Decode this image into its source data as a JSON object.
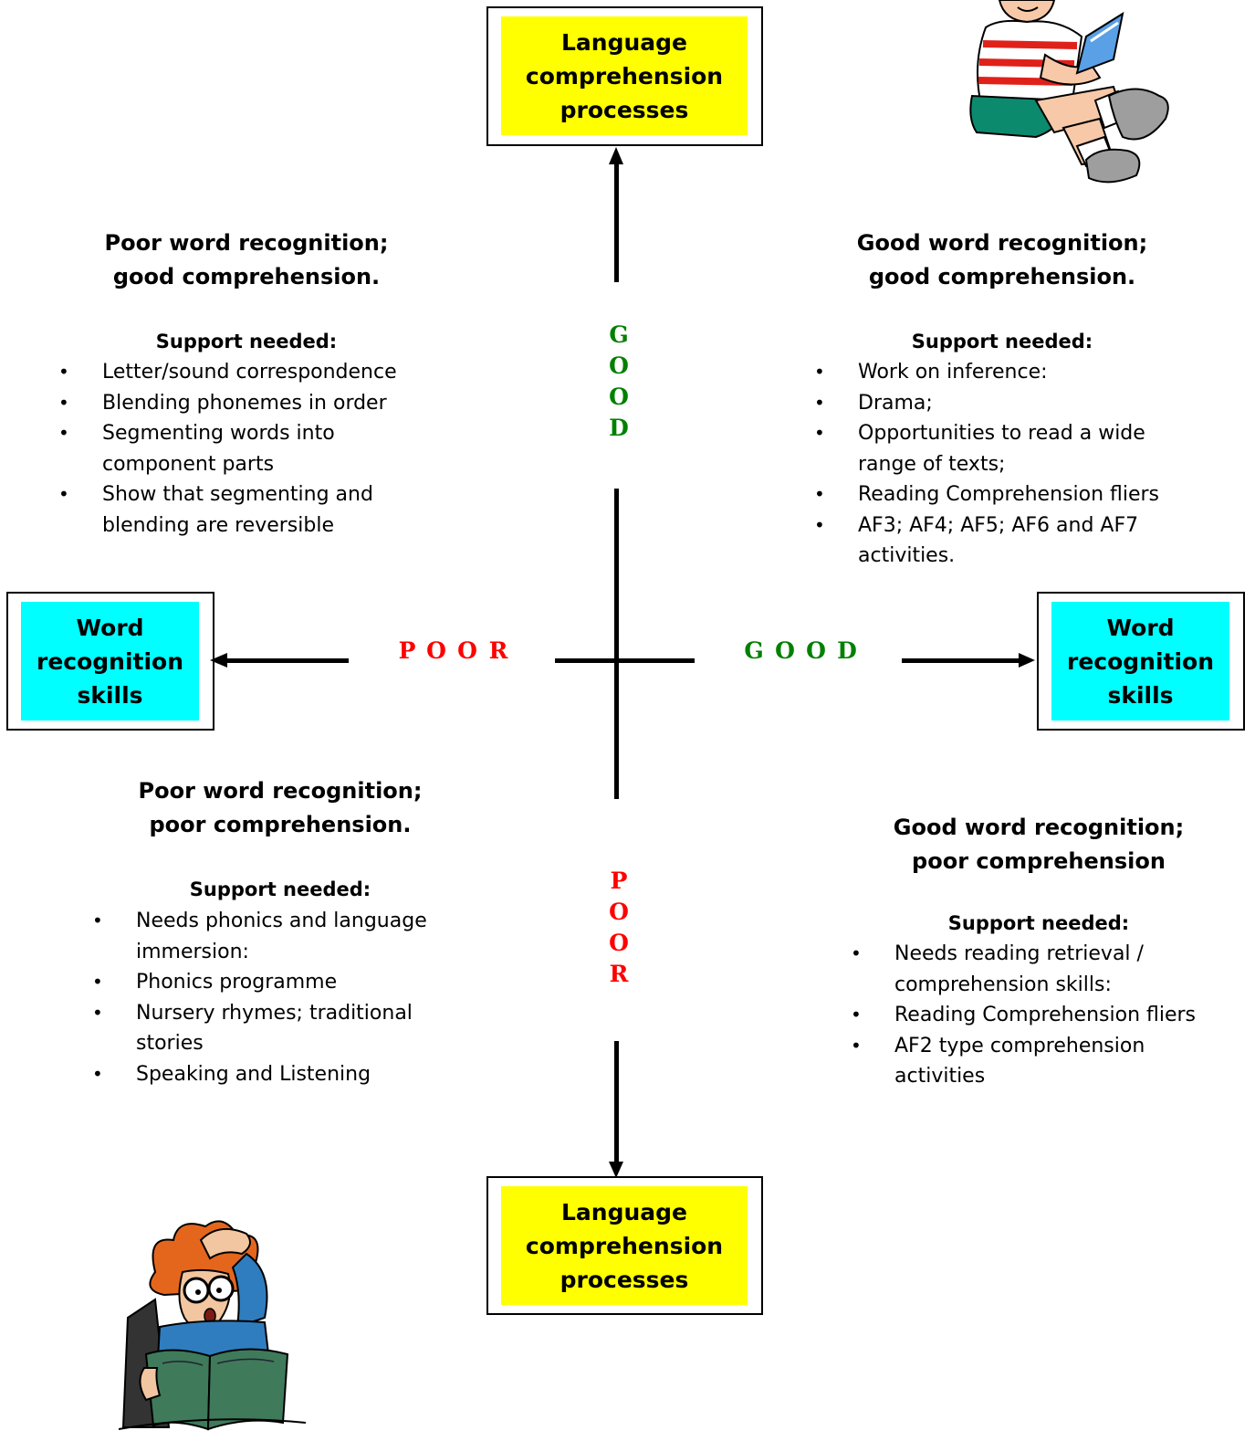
{
  "top_box": {
    "label": "Language comprehension processes"
  },
  "bottom_box": {
    "label": "Language comprehension processes"
  },
  "left_box": {
    "label": "Word recognition skills"
  },
  "right_box": {
    "label": "Word recognition skills"
  },
  "axis_labels": {
    "vertical_good": [
      "G",
      "O",
      "O",
      "D"
    ],
    "vertical_poor": [
      "P",
      "O",
      "O",
      "R"
    ],
    "horizontal_poor": [
      "P",
      "O",
      "O",
      "R"
    ],
    "horizontal_good": [
      "G",
      "O",
      "O",
      "D"
    ]
  },
  "quadrants": {
    "top_left": {
      "heading_line1": "Poor word recognition;",
      "heading_line2": "good comprehension.",
      "support_label": "Support needed:",
      "items": [
        "Letter/sound correspondence",
        "Blending phonemes in order",
        "Segmenting words into component parts",
        "Show that segmenting and blending are reversible"
      ]
    },
    "top_right": {
      "heading_line1": "Good word recognition;",
      "heading_line2": "good comprehension.",
      "support_label": "Support needed:",
      "items": [
        "Work on inference:",
        "Drama;",
        "Opportunities to read a wide range of texts;",
        "Reading Comprehension fliers",
        "AF3; AF4; AF5; AF6 and AF7 activities."
      ]
    },
    "bottom_left": {
      "heading_line1": "Poor word recognition;",
      "heading_line2": "poor comprehension.",
      "support_label": "Support needed:",
      "items": [
        "Needs phonics and language immersion:",
        "Phonics programme",
        "Nursery rhymes; traditional stories",
        "Speaking and Listening"
      ]
    },
    "bottom_right": {
      "heading_line1": "Good word recognition;",
      "heading_line2": "poor comprehension",
      "support_label": "Support needed:",
      "items": [
        "Needs reading retrieval / comprehension skills:",
        "Reading Comprehension fliers",
        "AF2 type comprehension activities"
      ]
    }
  },
  "colors": {
    "box_yellow": "#ffff00",
    "box_cyan": "#00ffff",
    "good": "#008000",
    "poor": "#ff0000"
  },
  "images": {
    "top_right": "boy-reading-clipart",
    "bottom_left": "confused-reader-clipart"
  }
}
